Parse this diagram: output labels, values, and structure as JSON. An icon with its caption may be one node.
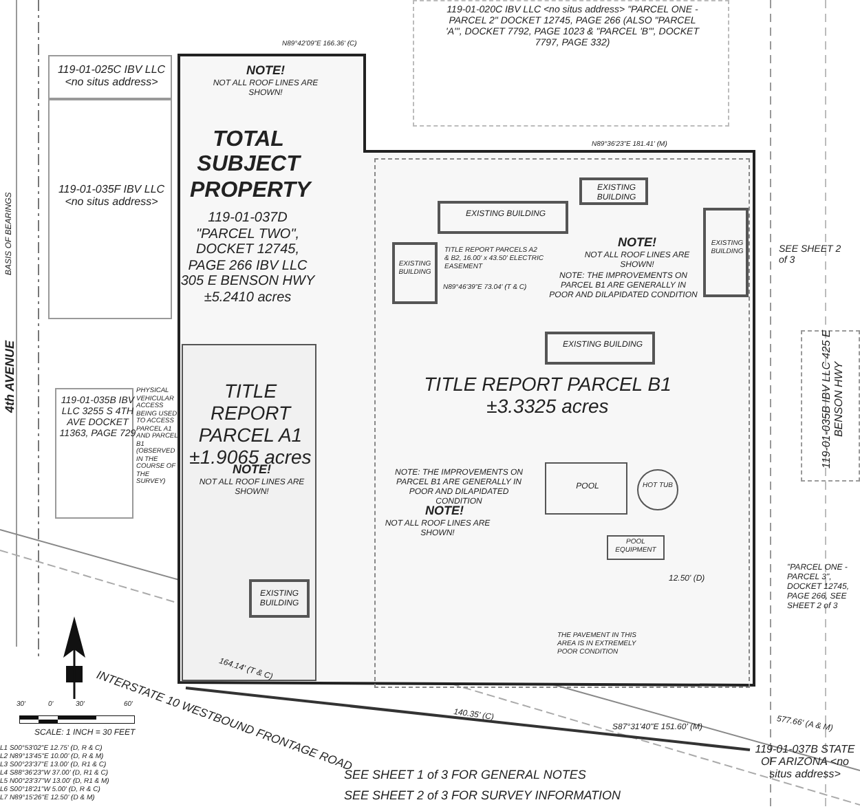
{
  "diagram": {
    "nodes": [
      {
        "text": [
          "NOTE!",
          "NOT ALL ROOF LINES ARE SHOWN!",
          "TOTAL SUBJECT PROPERTY",
          "119-01-037D \"PARCEL TWO\", DOCKET 12745, PAGE 266 IBV LLC 305 E BENSON HWY ±5.2410 acres"
        ]
      },
      {
        "text": [
          "TITLE REPORT PARCEL A1 ±1.9065 acres",
          "NOTE!",
          "NOT ALL ROOF LINES ARE SHOWN!"
        ],
        "in": 0
      },
      {
        "text": [
          "NOTE!",
          "NOT ALL ROOF LINES ARE SHOWN!",
          "NOTE: THE IMPROVEMENTS ON PARCEL B1 ARE GENERALLY IN POOR AND DILAPIDATED CONDITION",
          "TITLE REPORT PARCEL B1 ±3.3325 acres",
          "NOTE: THE IMPROVEMENTS ON PARCEL B1 ARE GENERALLY IN POOR AND DILAPIDATED CONDITION",
          "NOTE!",
          "NOT ALL ROOF LINES ARE SHOWN!"
        ],
        "in": 0
      },
      {
        "text": [
          "119-01-025C IBV LLC <no situs address>"
        ]
      },
      {
        "text": [
          "119-01-035F IBV LLC <no situs address>"
        ]
      },
      {
        "text": [
          "119-01-035B IBV LLC 3255 S 4TH AVE DOCKET 11363, PAGE 729"
        ]
      },
      {
        "text": [
          "119-01-020C IBV LLC <no situs address> \"PARCEL ONE - PARCEL 2\" DOCKET 12745, PAGE 266 (ALSO \"PARCEL 'A'\", DOCKET 7792, PAGE 1023 & \"PARCEL 'B'\", DOCKET 7797, PAGE 332)"
        ]
      },
      {
        "text": [
          "119-01-035B IBV LLC 425 E BENSON HWY"
        ]
      },
      {
        "text": [
          "119-01-037B STATE OF ARIZONA <no situs address>"
        ]
      },
      {
        "text": [
          "EXISTING BUILDING"
        ],
        "in": 2
      },
      {
        "text": [
          "EXISTING BUILDING"
        ],
        "in": 2
      },
      {
        "text": [
          "EXISTING BUILDING"
        ],
        "in": 2
      },
      {
        "text": [
          "EXISTING BUILDING"
        ],
        "in": 2
      },
      {
        "text": [
          "EXISTING BUILDING"
        ],
        "in": 2
      },
      {
        "text": [
          "EXISTING BUILDING"
        ],
        "in": 1
      },
      {
        "text": [
          "HOT TUB"
        ],
        "in": 2
      },
      {
        "text": [
          "POOL"
        ],
        "in": 2
      },
      {
        "text": [
          "POOL EQUIPMENT"
        ],
        "in": 2
      }
    ],
    "labels": [
      "4th AVENUE",
      "BASIS OF BEARINGS",
      "INTERSTATE 10 WESTBOUND FRONTAGE ROAD",
      "SEE SHEET 2 of 3",
      "\"PARCEL ONE - PARCEL 3\", DOCKET 12745, PAGE 266, SEE SHEET 2 of 3",
      "SCALE: 1 INCH = 30 FEET",
      "30'",
      "0'",
      "30'",
      "60'",
      "L1 S00°53'02\"E 12.75' (D, R & C)",
      "L2 N89°13'45\"E 10.00' (D, R & M)",
      "L3 S00°23'37\"E 13.00' (D, R1 & C)",
      "L4 S88°36'23\"W 37.00' (D, R1 & C)",
      "L5 N00°23'37\"W 13.00' (D, R1 & M)",
      "L6 S00°18'21\"W 5.00' (D, R & C)",
      "L7 N89°15'26\"E 12.50' (D & M)",
      "SEE SHEET 1 of 3 FOR GENERAL NOTES",
      "SEE SHEET 2 of 3 FOR SURVEY INFORMATION",
      "TITLE REPORT PARCELS A2 & B2, 16.00' x 43.50' ELECTRIC EASEMENT",
      "N89°46'39\"E 73.04' (T & C)",
      "N89°36'23\"E 181.41' (M)",
      "N89°42'09\"E 166.36' (C)",
      "PHYSICAL VEHICULAR ACCESS BEING USED TO ACCESS PARCEL A1 AND PARCEL B1 (OBSERVED IN THE COURSE OF THE SURVEY)",
      "THE PAVEMENT IN THIS AREA IS IN EXTREMELY POOR CONDITION",
      "164.14' (T & C)",
      "140.35' (C)",
      "S87°31'40\"E 151.60' (M)",
      "577.66' (A & M)",
      "12.50' (D)"
    ]
  }
}
